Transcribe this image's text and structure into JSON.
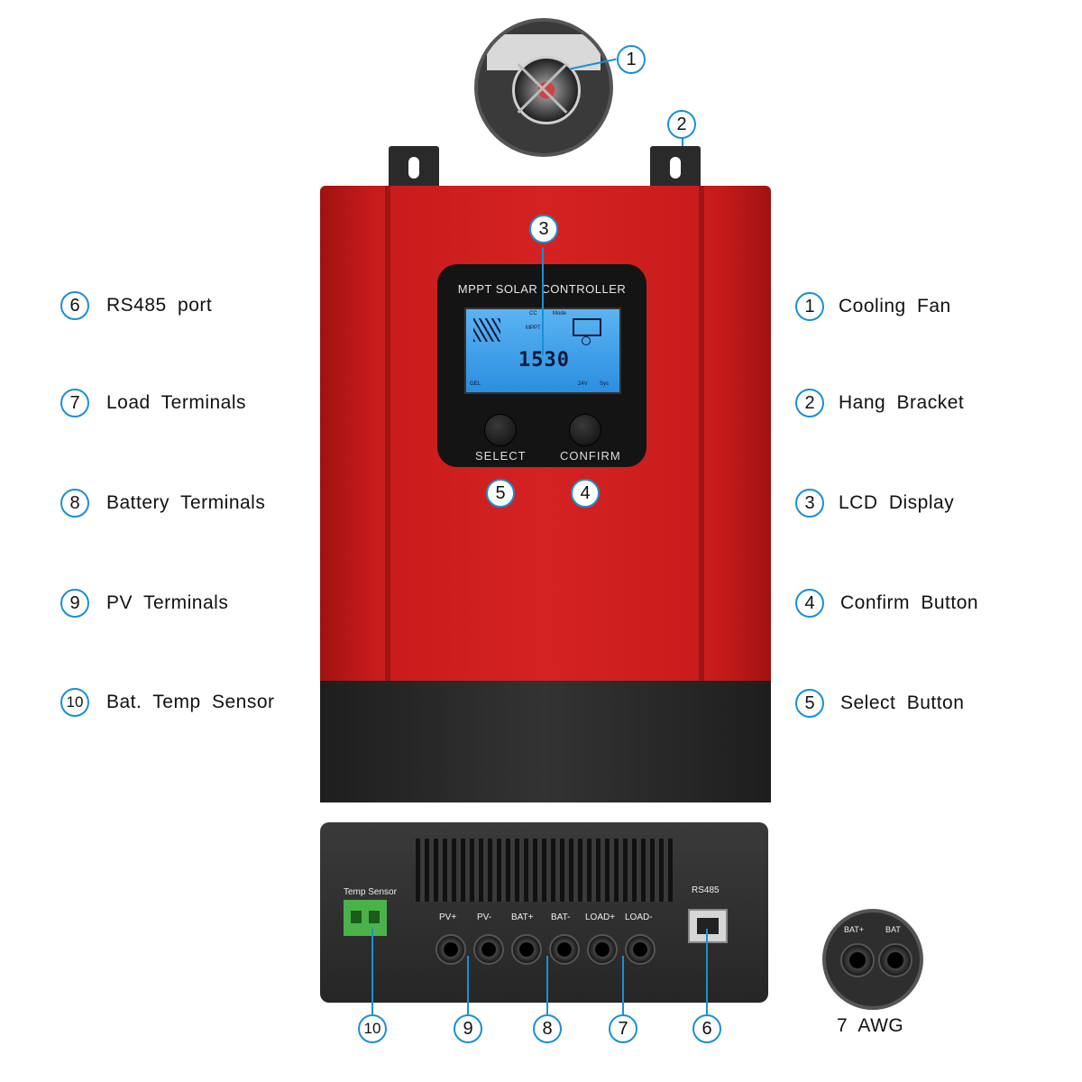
{
  "device": {
    "panel_title": "MPPT SOLAR CONTROLLER",
    "lcd_time": "1530",
    "lcd_texts": {
      "cc": "CC",
      "mode": "Mode",
      "mppt": "MPPT",
      "gel": "GEL",
      "volt": "24V",
      "sys": "Sys"
    },
    "select_label": "SELECT",
    "confirm_label": "CONFIRM"
  },
  "bottom": {
    "temp_sensor_label": "Temp Sensor",
    "rs485_label": "RS485",
    "terminals": [
      "PV+",
      "PV-",
      "BAT+",
      "BAT-",
      "LOAD+",
      "LOAD-"
    ]
  },
  "inset_terminals": [
    "BAT+",
    "BAT"
  ],
  "awg_label": "7  AWG",
  "legend_left": [
    {
      "num": "6",
      "label": "RS485  port"
    },
    {
      "num": "7",
      "label": "Load  Terminals"
    },
    {
      "num": "8",
      "label": "Battery  Terminals"
    },
    {
      "num": "9",
      "label": "PV  Terminals"
    },
    {
      "num": "10",
      "label": "Bat.  Temp  Sensor"
    }
  ],
  "legend_right": [
    {
      "num": "1",
      "label": "Cooling  Fan"
    },
    {
      "num": "2",
      "label": "Hang  Bracket"
    },
    {
      "num": "3",
      "label": "LCD  Display"
    },
    {
      "num": "4",
      "label": "Confirm  Button"
    },
    {
      "num": "5",
      "label": "Select  Button"
    }
  ],
  "callouts": {
    "fan": "1",
    "bracket": "2",
    "lcd": "3",
    "confirm": "4",
    "select": "5",
    "rs485": "6",
    "load": "7",
    "battery": "8",
    "pv": "9",
    "temp": "10"
  },
  "colors": {
    "callout_ring": "#1a8fd6",
    "case_red": "#d42222",
    "case_black": "#2a2a2a",
    "lcd_blue": "#3a9fe8"
  }
}
